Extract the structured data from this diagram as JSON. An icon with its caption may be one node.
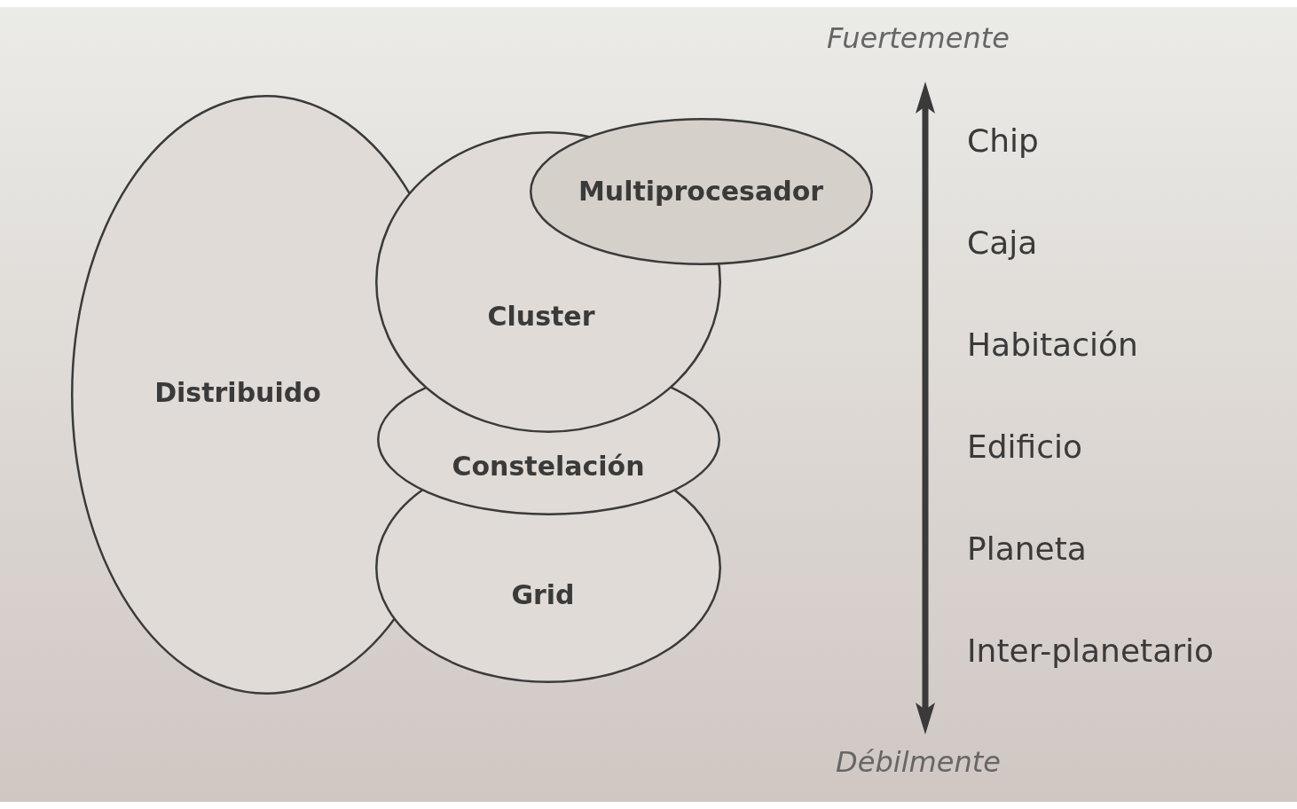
{
  "diagram": {
    "nodes": [
      {
        "text": [
          "Distribuido"
        ]
      },
      {
        "text": [
          "Multiprocesador"
        ]
      },
      {
        "text": [
          "Cluster"
        ]
      },
      {
        "text": [
          "Constelación"
        ]
      },
      {
        "text": [
          "Grid"
        ]
      }
    ],
    "labels": [
      "Fuertemente",
      "Chip",
      "Caja",
      "Habitación",
      "Edificio",
      "Planeta",
      "Inter-planetario",
      "Débilmente"
    ]
  }
}
